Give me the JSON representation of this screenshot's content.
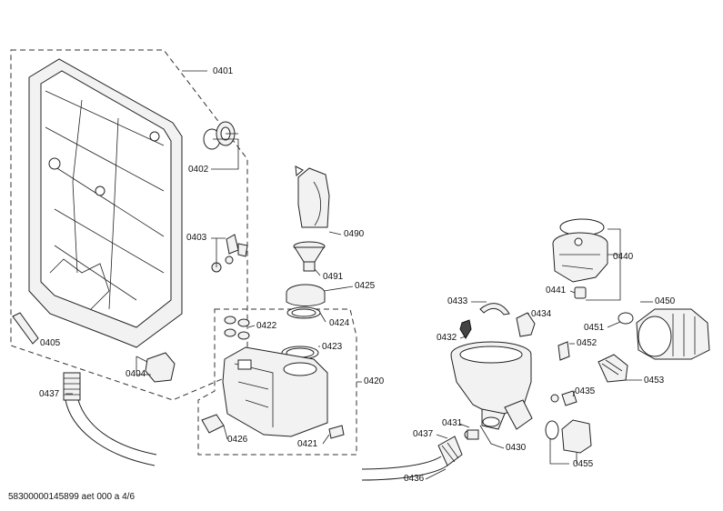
{
  "labels": {
    "p0401": "0401",
    "p0402": "0402",
    "p0403": "0403",
    "p0404": "0404",
    "p0405": "0405",
    "p0437a": "0437",
    "p0490": "0490",
    "p0491": "0491",
    "p0425": "0425",
    "p0424": "0424",
    "p0422": "0422",
    "p0423": "0423",
    "p0420": "0420",
    "p0426": "0426",
    "p0421": "0421",
    "p0433": "0433",
    "p0434": "0434",
    "p0432": "0432",
    "p0431": "0431",
    "p0430": "0430",
    "p0437b": "0437",
    "p0436": "0436",
    "p0440": "0440",
    "p0441": "0441",
    "p0450": "0450",
    "p0451": "0451",
    "p0452": "0452",
    "p0453": "0453",
    "p0435": "0435",
    "p0455": "0455"
  },
  "footer": "58300000145899 aet 000 a 4/6"
}
